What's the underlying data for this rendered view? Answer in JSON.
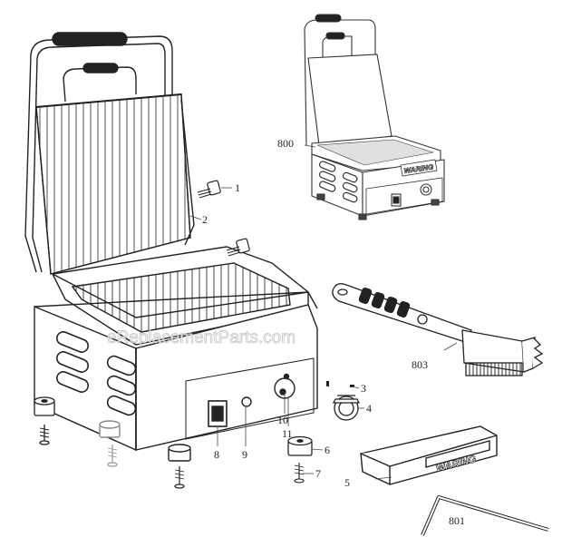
{
  "watermark": "eReplacementParts.com",
  "brand": "WARING",
  "callouts": {
    "c1": "1",
    "c2": "2",
    "c3": "3",
    "c4": "4",
    "c5": "5",
    "c6": "6",
    "c7": "7",
    "c8": "8",
    "c9": "9",
    "c10": "10",
    "c11": "11",
    "c800": "800",
    "c801": "801",
    "c803": "803"
  }
}
